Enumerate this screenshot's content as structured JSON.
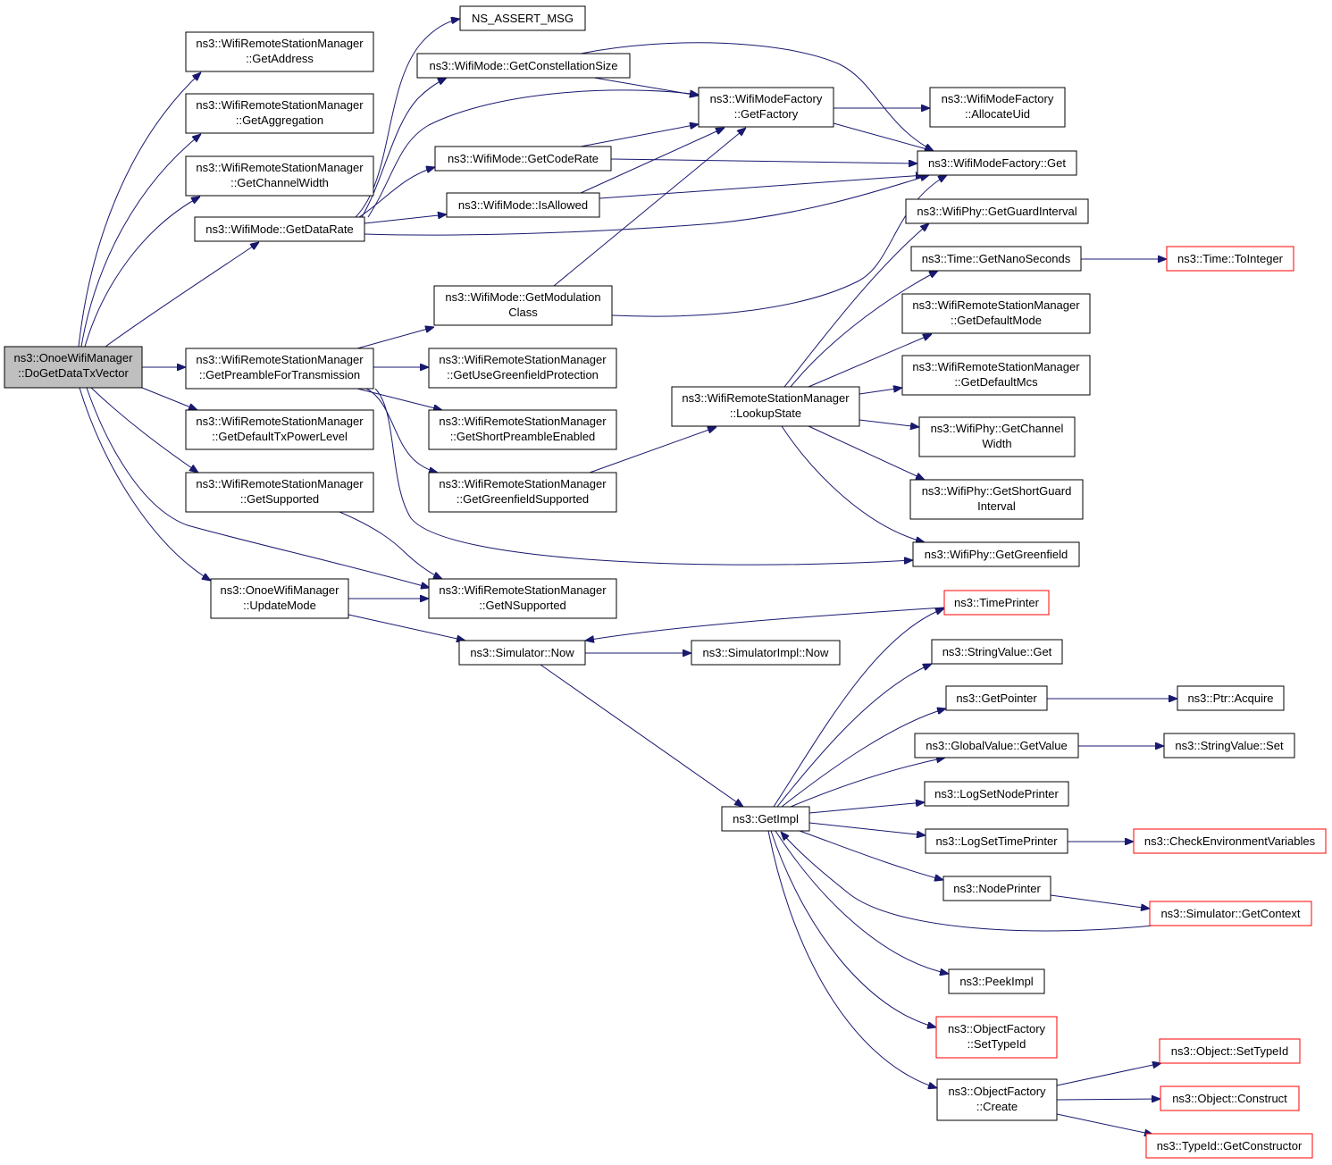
{
  "colors": {
    "edge": "#191970",
    "node_fill": "#ffffff",
    "node_border": "#000000",
    "red_border": "#ff0000",
    "root_fill": "#bfbfbf"
  },
  "nodes": {
    "do_get_data_tx_vector": {
      "line1": "ns3::OnoeWifiManager",
      "line2": "::DoGetDataTxVector"
    },
    "get_address": {
      "line1": "ns3::WifiRemoteStationManager",
      "line2": "::GetAddress"
    },
    "get_aggregation": {
      "line1": "ns3::WifiRemoteStationManager",
      "line2": "::GetAggregation"
    },
    "get_channel_width": {
      "line1": "ns3::WifiRemoteStationManager",
      "line2": "::GetChannelWidth"
    },
    "get_data_rate": {
      "line1": "ns3::WifiMode::GetDataRate"
    },
    "get_preamble_for_transmission": {
      "line1": "ns3::WifiRemoteStationManager",
      "line2": "::GetPreambleForTransmission"
    },
    "get_default_tx_power_level": {
      "line1": "ns3::WifiRemoteStationManager",
      "line2": "::GetDefaultTxPowerLevel"
    },
    "get_supported": {
      "line1": "ns3::WifiRemoteStationManager",
      "line2": "::GetSupported"
    },
    "update_mode": {
      "line1": "ns3::OnoeWifiManager",
      "line2": "::UpdateMode"
    },
    "ns_assert_msg": {
      "line1": "NS_ASSERT_MSG"
    },
    "get_constellation_size": {
      "line1": "ns3::WifiMode::GetConstellationSize"
    },
    "get_code_rate": {
      "line1": "ns3::WifiMode::GetCodeRate"
    },
    "is_allowed": {
      "line1": "ns3::WifiMode::IsAllowed"
    },
    "get_modulation_class": {
      "line1": "ns3::WifiMode::GetModulation",
      "line2": "Class"
    },
    "get_use_greenfield_protection": {
      "line1": "ns3::WifiRemoteStationManager",
      "line2": "::GetUseGreenfieldProtection"
    },
    "get_short_preamble_enabled": {
      "line1": "ns3::WifiRemoteStationManager",
      "line2": "::GetShortPreambleEnabled"
    },
    "get_greenfield_supported": {
      "line1": "ns3::WifiRemoteStationManager",
      "line2": "::GetGreenfieldSupported"
    },
    "get_n_supported": {
      "line1": "ns3::WifiRemoteStationManager",
      "line2": "::GetNSupported"
    },
    "simulator_now": {
      "line1": "ns3::Simulator::Now"
    },
    "simulator_impl_now": {
      "line1": "ns3::SimulatorImpl::Now"
    },
    "get_factory": {
      "line1": "ns3::WifiModeFactory",
      "line2": "::GetFactory"
    },
    "lookup_state": {
      "line1": "ns3::WifiRemoteStationManager",
      "line2": "::LookupState"
    },
    "get_impl": {
      "line1": "ns3::GetImpl"
    },
    "allocate_uid": {
      "line1": "ns3::WifiModeFactory",
      "line2": "::AllocateUid"
    },
    "wifi_mode_factory_get": {
      "line1": "ns3::WifiModeFactory::Get"
    },
    "get_guard_interval": {
      "line1": "ns3::WifiPhy::GetGuardInterval"
    },
    "get_nano_seconds": {
      "line1": "ns3::Time::GetNanoSeconds"
    },
    "get_default_mode": {
      "line1": "ns3::WifiRemoteStationManager",
      "line2": "::GetDefaultMode"
    },
    "get_default_mcs": {
      "line1": "ns3::WifiRemoteStationManager",
      "line2": "::GetDefaultMcs"
    },
    "phy_get_channel_width": {
      "line1": "ns3::WifiPhy::GetChannel",
      "line2": "Width"
    },
    "get_short_guard_interval": {
      "line1": "ns3::WifiPhy::GetShortGuard",
      "line2": "Interval"
    },
    "get_greenfield": {
      "line1": "ns3::WifiPhy::GetGreenfield"
    },
    "to_integer": {
      "line1": "ns3::Time::ToInteger"
    },
    "time_printer": {
      "line1": "ns3::TimePrinter"
    },
    "string_value_get": {
      "line1": "ns3::StringValue::Get"
    },
    "get_pointer": {
      "line1": "ns3::GetPointer"
    },
    "ptr_acquire": {
      "line1": "ns3::Ptr::Acquire"
    },
    "global_value_get_value": {
      "line1": "ns3::GlobalValue::GetValue"
    },
    "string_value_set": {
      "line1": "ns3::StringValue::Set"
    },
    "log_set_node_printer": {
      "line1": "ns3::LogSetNodePrinter"
    },
    "log_set_time_printer": {
      "line1": "ns3::LogSetTimePrinter"
    },
    "check_environment_variables": {
      "line1": "ns3::CheckEnvironmentVariables"
    },
    "node_printer": {
      "line1": "ns3::NodePrinter"
    },
    "simulator_get_context": {
      "line1": "ns3::Simulator::GetContext"
    },
    "peek_impl": {
      "line1": "ns3::PeekImpl"
    },
    "object_factory_set_type_id": {
      "line1": "ns3::ObjectFactory",
      "line2": "::SetTypeId"
    },
    "object_factory_create": {
      "line1": "ns3::ObjectFactory",
      "line2": "::Create"
    },
    "object_set_type_id": {
      "line1": "ns3::Object::SetTypeId"
    },
    "object_construct": {
      "line1": "ns3::Object::Construct"
    },
    "type_id_get_constructor": {
      "line1": "ns3::TypeId::GetConstructor"
    }
  }
}
